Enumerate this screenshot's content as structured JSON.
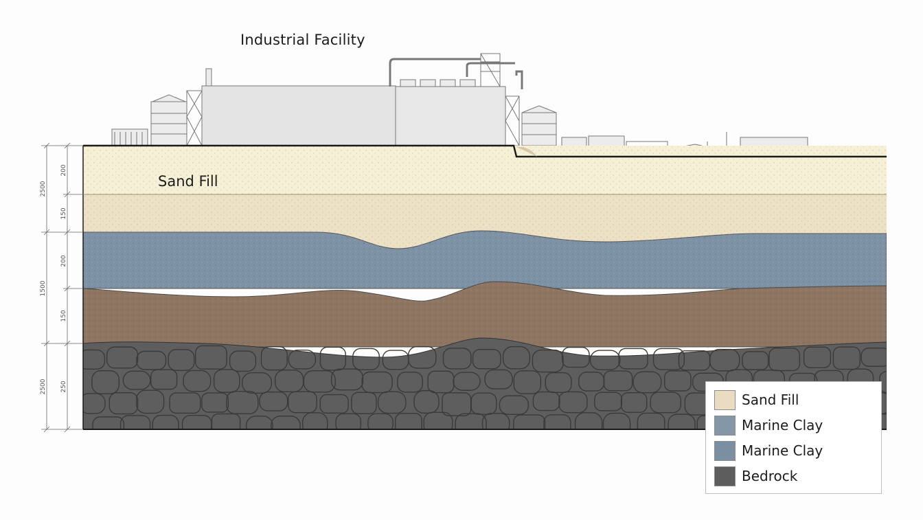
{
  "diagram": {
    "title": "Industrial Facility",
    "layer_label": "Sand Fill"
  },
  "colors": {
    "sand_fill_upper": "#f6f1d6",
    "sand_fill_lower": "#ece0c5",
    "marine_clay_blue": "#7e92a5",
    "brown_layer": "#8f7663",
    "bedrock": "#5e5e5e",
    "building": "#e6e6e6",
    "outline": "#222222"
  },
  "dimensions": {
    "outer": [
      "2500",
      "1500",
      "2500"
    ],
    "inner": [
      "200",
      "150",
      "200",
      "150",
      "250"
    ]
  },
  "legend": {
    "items": [
      {
        "label": "Sand Fill",
        "color": "#e9dcc1",
        "icon": "sand-fill-swatch"
      },
      {
        "label": "Marine Clay",
        "color": "#8596a6",
        "icon": "marine-clay-swatch"
      },
      {
        "label": "Marine Clay",
        "color": "#7b8fa3",
        "icon": "marine-clay-dotted-swatch"
      },
      {
        "label": "Bedrock",
        "color": "#5d5d5d",
        "icon": "bedrock-swatch"
      }
    ]
  }
}
